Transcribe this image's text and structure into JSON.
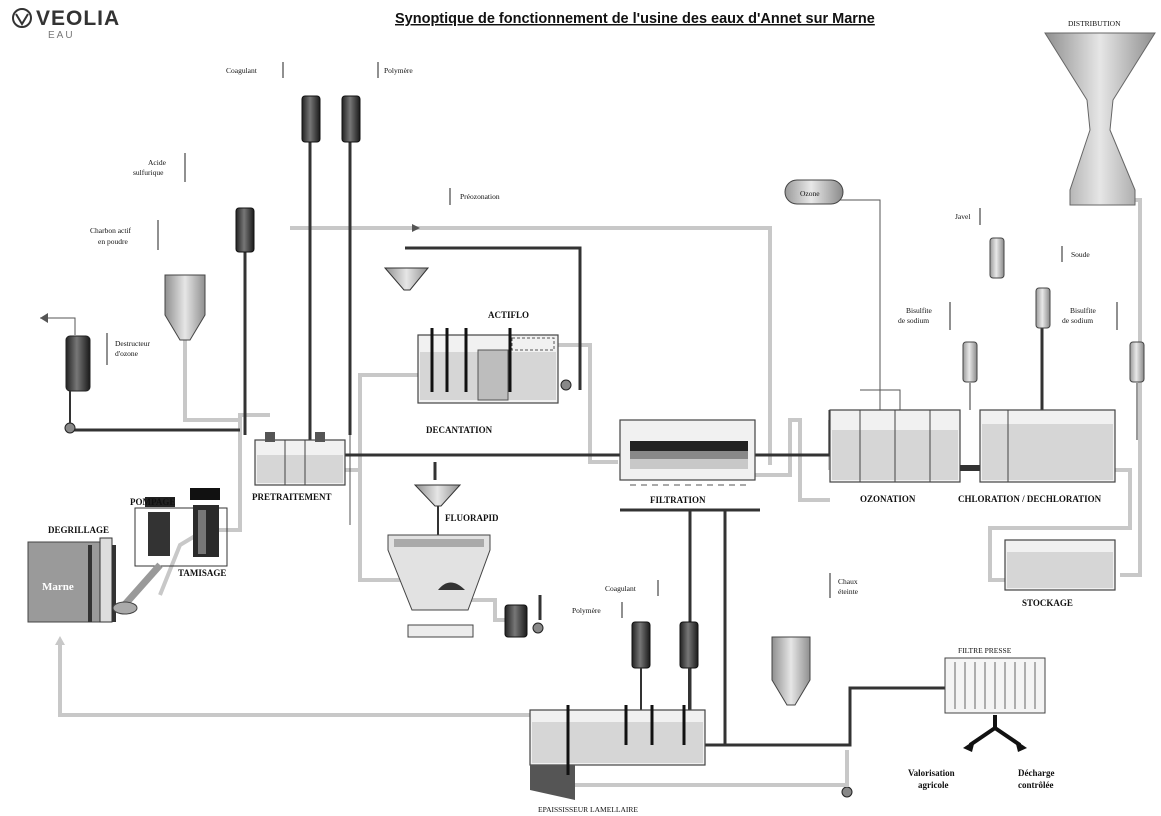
{
  "header": {
    "logo": "VEOLIA",
    "logo_sub": "EAU",
    "title": "Synoptique de fonctionnement de l'usine des eaux d'Annet sur Marne"
  },
  "stages": {
    "distribution": "DISTRIBUTION",
    "degrillage": "DEGRILLAGE",
    "pompage": "POMPAGE",
    "tamisage": "TAMISAGE",
    "marne": "Marne",
    "pretraitement": "PRETRAITEMENT",
    "actiflo": "ACTIFLO",
    "decantation": "DECANTATION",
    "fluorapid": "FLUORAPID",
    "filtration": "FILTRATION",
    "ozonation": "OZONATION",
    "chloration": "CHLORATION / DECHLORATION",
    "stockage": "STOCKAGE",
    "filtre_presse": "FILTRE PRESSE",
    "epaississeur": "EPAISSISSEUR LAMELLAIRE",
    "ozone_tank": "Ozone"
  },
  "reagents": {
    "coagulant_top": "Coagulant",
    "polymere_top": "Polymère",
    "acide_1": "Acide",
    "acide_2": "sulfurique",
    "charbon_1": "Charbon actif",
    "charbon_2": "en poudre",
    "destructeur_1": "Destructeur",
    "destructeur_2": "d'ozone",
    "preozonation": "Préozonation",
    "javel": "Javel",
    "soude": "Soude",
    "bisulfite_a_1": "Bisulfite",
    "bisulfite_a_2": "de sodium",
    "bisulfite_b_1": "Bisulfite",
    "bisulfite_b_2": "de sodium",
    "chaux_1": "Chaux",
    "chaux_2": "éteinte",
    "coagulant_bottom": "Coagulant",
    "polymere_bottom": "Polymère"
  },
  "outputs": {
    "valorisation_1": "Valorisation",
    "valorisation_2": "agricole",
    "decharge_1": "Décharge",
    "decharge_2": "contrôlée"
  }
}
